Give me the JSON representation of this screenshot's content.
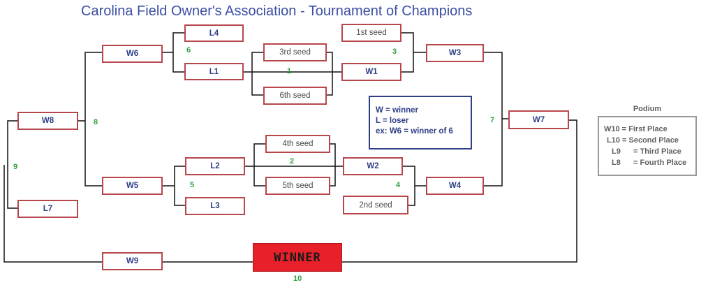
{
  "title": "Carolina Field Owner's Association -  Tournament of Champions",
  "boxes": {
    "l4": "L4",
    "l1": "L1",
    "w6": "W6",
    "seed3": "3rd seed",
    "seed6": "6th seed",
    "seed1": "1st seed",
    "w1": "W1",
    "w3": "W3",
    "w8": "W8",
    "l7": "L7",
    "w7": "W7",
    "seed4": "4th seed",
    "seed5": "5th seed",
    "l2": "L2",
    "l3": "L3",
    "w5": "W5",
    "w2": "W2",
    "seed2": "2nd seed",
    "w4": "W4",
    "w9": "W9",
    "winner": "WINNER"
  },
  "game_numbers": {
    "g1": "1",
    "g2": "2",
    "g3": "3",
    "g4": "4",
    "g5": "5",
    "g6": "6",
    "g7": "7",
    "g8": "8",
    "g9": "9",
    "g10": "10"
  },
  "legend": {
    "line1": "W = winner",
    "line2": "L = loser",
    "line3": "ex: W6 = winner of 6"
  },
  "podium": {
    "title": "Podium",
    "first": "W10 = First Place",
    "second": "L10 = Second Place",
    "third_code": "L9",
    "third_label": "= Third Place",
    "fourth_code": "L8",
    "fourth_label": "= Fourth Place"
  },
  "colors": {
    "title": "#3b4ea3",
    "box_border": "#b8474c",
    "game_number": "#2ea043",
    "winner_fill": "#e8202a",
    "legend_border": "#2e3f86",
    "podium_border": "#999999"
  }
}
